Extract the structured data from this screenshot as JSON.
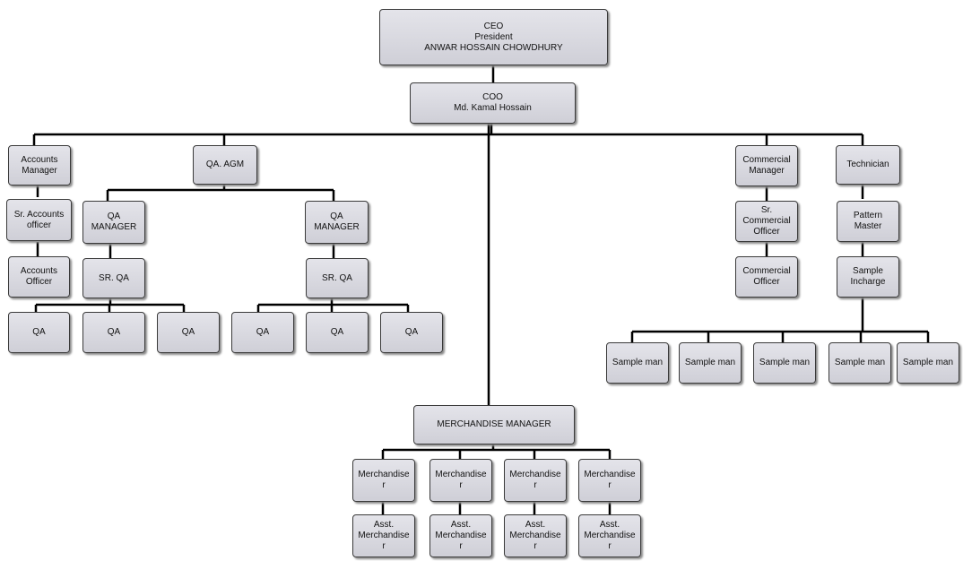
{
  "org_chart": {
    "ceo": {
      "lines": [
        "CEO",
        "President",
        "ANWAR HOSSAIN CHOWDHURY"
      ]
    },
    "coo": {
      "lines": [
        "COO",
        "Md. Kamal Hossain"
      ]
    },
    "accounts_manager": {
      "lines": [
        "Accounts",
        "Manager"
      ]
    },
    "sr_accounts_officer": {
      "lines": [
        "Sr. Accounts",
        "officer"
      ]
    },
    "accounts_officer": {
      "lines": [
        "Accounts",
        "Officer"
      ]
    },
    "qa_agm": {
      "lines": [
        "QA. AGM"
      ]
    },
    "qa_manager_1": {
      "lines": [
        "QA",
        "MANAGER"
      ]
    },
    "qa_manager_2": {
      "lines": [
        "QA",
        "MANAGER"
      ]
    },
    "sr_qa_1": {
      "lines": [
        "SR. QA"
      ]
    },
    "sr_qa_2": {
      "lines": [
        "SR. QA"
      ]
    },
    "qa_1": {
      "lines": [
        "QA"
      ]
    },
    "qa_2": {
      "lines": [
        "QA"
      ]
    },
    "qa_3": {
      "lines": [
        "QA"
      ]
    },
    "qa_4": {
      "lines": [
        "QA"
      ]
    },
    "qa_5": {
      "lines": [
        "QA"
      ]
    },
    "qa_6": {
      "lines": [
        "QA"
      ]
    },
    "commercial_manager": {
      "lines": [
        "Commercial",
        "Manager"
      ]
    },
    "sr_commercial_officer": {
      "lines": [
        "Sr.",
        "Commercial",
        "Officer"
      ]
    },
    "commercial_officer": {
      "lines": [
        "Commercial",
        "Officer"
      ]
    },
    "technician": {
      "lines": [
        "Technician"
      ]
    },
    "pattern_master": {
      "lines": [
        "Pattern",
        "Master"
      ]
    },
    "sample_incharge": {
      "lines": [
        "Sample",
        "Incharge"
      ]
    },
    "sample_man_1": {
      "lines": [
        "Sample man"
      ]
    },
    "sample_man_2": {
      "lines": [
        "Sample man"
      ]
    },
    "sample_man_3": {
      "lines": [
        "Sample man"
      ]
    },
    "sample_man_4": {
      "lines": [
        "Sample man"
      ]
    },
    "sample_man_5": {
      "lines": [
        "Sample man"
      ]
    },
    "merchandise_manager": {
      "lines": [
        "MERCHANDISE MANAGER"
      ]
    },
    "merchandiser_1": {
      "lines": [
        "Merchandise",
        "r"
      ]
    },
    "merchandiser_2": {
      "lines": [
        "Merchandise",
        "r"
      ]
    },
    "merchandiser_3": {
      "lines": [
        "Merchandise",
        "r"
      ]
    },
    "merchandiser_4": {
      "lines": [
        "Merchandise",
        "r"
      ]
    },
    "asst_merchandiser_1": {
      "lines": [
        "Asst.",
        "Merchandise",
        "r"
      ]
    },
    "asst_merchandiser_2": {
      "lines": [
        "Asst.",
        "Merchandise",
        "r"
      ]
    },
    "asst_merchandiser_3": {
      "lines": [
        "Asst.",
        "Merchandise",
        "r"
      ]
    },
    "asst_merchandiser_4": {
      "lines": [
        "Asst.",
        "Merchandise",
        "r"
      ]
    }
  }
}
